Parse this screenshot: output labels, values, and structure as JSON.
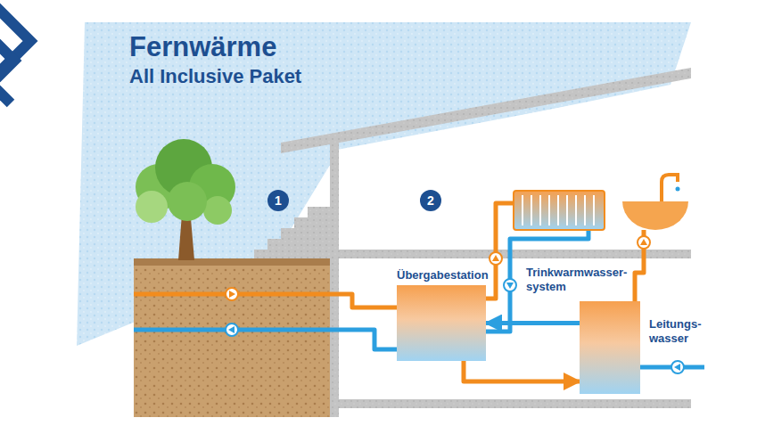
{
  "diagram": {
    "title": "Fernwärme",
    "nodes": [
      {
        "text": [
          "Übergabestation"
        ]
      },
      {
        "text": [
          "Trinkwarmwasser- system"
        ]
      }
    ],
    "edges": [
      {
        "from": 0,
        "to": 1,
        "arrow": "to"
      },
      {
        "from": 1,
        "to": 0,
        "arrow": "to"
      }
    ],
    "labels": [
      "All Inclusive Paket",
      "1",
      "2",
      "Leitungs- wasser"
    ]
  }
}
